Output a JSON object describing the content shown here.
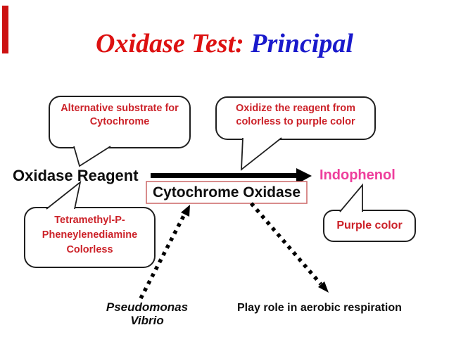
{
  "title": {
    "red_part": "Oxidase Test:",
    "blue_part": "Principal",
    "red_color": "#dd1111",
    "blue_color": "#1a1acc"
  },
  "callouts": {
    "alternative_substrate": {
      "lines": [
        "Alternative substrate for",
        "Cytochrome"
      ]
    },
    "oxidize_reagent": {
      "lines": [
        "Oxidize the reagent from",
        "colorless to purple color"
      ]
    },
    "tetramethyl": {
      "lines": [
        "Tetramethyl-P-",
        "Pheneylenediamine",
        "Colorless"
      ]
    },
    "purple": {
      "label": "Purple color"
    },
    "text_color": "#cc2229"
  },
  "reaction": {
    "reactant": "Oxidase Reagent",
    "enzyme": "Cytochrome Oxidase",
    "product": "Indophenol",
    "product_color": "#ee3e9c",
    "enzyme_box_border_color": "#cc6666",
    "arrow_color": "#000000"
  },
  "bottom": {
    "organism_line1": "Pseudomonas",
    "organism_line2": "Vibrio",
    "role_note": "Play role in aerobic respiration"
  },
  "decor": {
    "ribbon_color": "#cc1111"
  }
}
